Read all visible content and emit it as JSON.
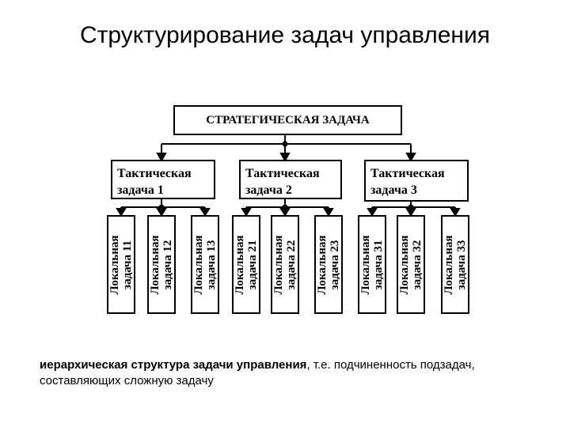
{
  "title": "Структурирование задач управления",
  "strategic": "СТРАТЕГИЧЕСКАЯ ЗАДАЧА",
  "tactical": [
    {
      "line1": "Тактическая",
      "line2": "задача 1"
    },
    {
      "line1": "Тактическая",
      "line2": "задача 2"
    },
    {
      "line1": "Тактическая",
      "line2": "задача 3"
    }
  ],
  "local": [
    {
      "line1": "Локальная",
      "line2": "задача 11"
    },
    {
      "line1": "Локальная",
      "line2": "задача 12"
    },
    {
      "line1": "Локальная",
      "line2": "задача 13"
    },
    {
      "line1": "Локальная",
      "line2": "задача 21"
    },
    {
      "line1": "Локальная",
      "line2": "задача 22"
    },
    {
      "line1": "Локальная",
      "line2": "задача 23"
    },
    {
      "line1": "Локальная",
      "line2": "задача 31"
    },
    {
      "line1": "Локальная",
      "line2": "задача 32"
    },
    {
      "line1": "Локальная",
      "line2": "задача 33"
    }
  ],
  "caption": {
    "bold": "иерархическая структура задачи управления",
    "rest": ", т.е. подчиненность подзадач, составляющих сложную задачу"
  }
}
